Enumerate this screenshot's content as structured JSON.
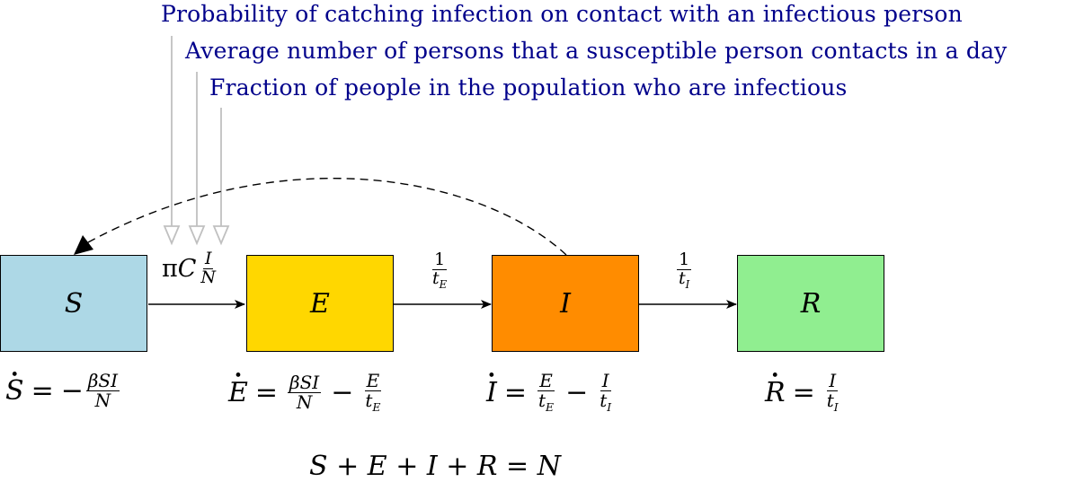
{
  "annotations": [
    "Probability of catching infection on contact with an infectious person",
    "Average number of persons that a susceptible person contacts in a day",
    "Fraction of people in the population who are infectious"
  ],
  "compartments": [
    {
      "label": "S",
      "color": "#add8e6"
    },
    {
      "label": "E",
      "color": "#ffd700"
    },
    {
      "label": "I",
      "color": "#ff8c00"
    },
    {
      "label": "R",
      "color": "#90ee90"
    }
  ],
  "transitions": {
    "s_to_e": {
      "pi": "π",
      "c": "C",
      "num": "I",
      "den": "N"
    },
    "e_to_i": {
      "num": "1",
      "den": "t",
      "sub": "E"
    },
    "i_to_r": {
      "num": "1",
      "den": "t",
      "sub": "I"
    }
  },
  "equations": {
    "s": {
      "lhs": "S",
      "eq": "=",
      "sign": "−",
      "num": "βSI",
      "den": "N"
    },
    "e": {
      "lhs": "E",
      "eq": "=",
      "num1": "βSI",
      "den1": "N",
      "minus": "−",
      "num2": "E",
      "den2": "t",
      "sub2": "E"
    },
    "i": {
      "lhs": "I",
      "eq": "=",
      "num1": "E",
      "den1": "t",
      "sub1": "E",
      "minus": "−",
      "num2": "I",
      "den2": "t",
      "sub2": "I"
    },
    "r": {
      "lhs": "R",
      "eq": "=",
      "num": "I",
      "den": "t",
      "sub": "I"
    }
  },
  "conservation": "S + E + I + R = N",
  "colors": {
    "annotation_text": "#00008b",
    "annotation_arrow": "#c0c0c0"
  }
}
